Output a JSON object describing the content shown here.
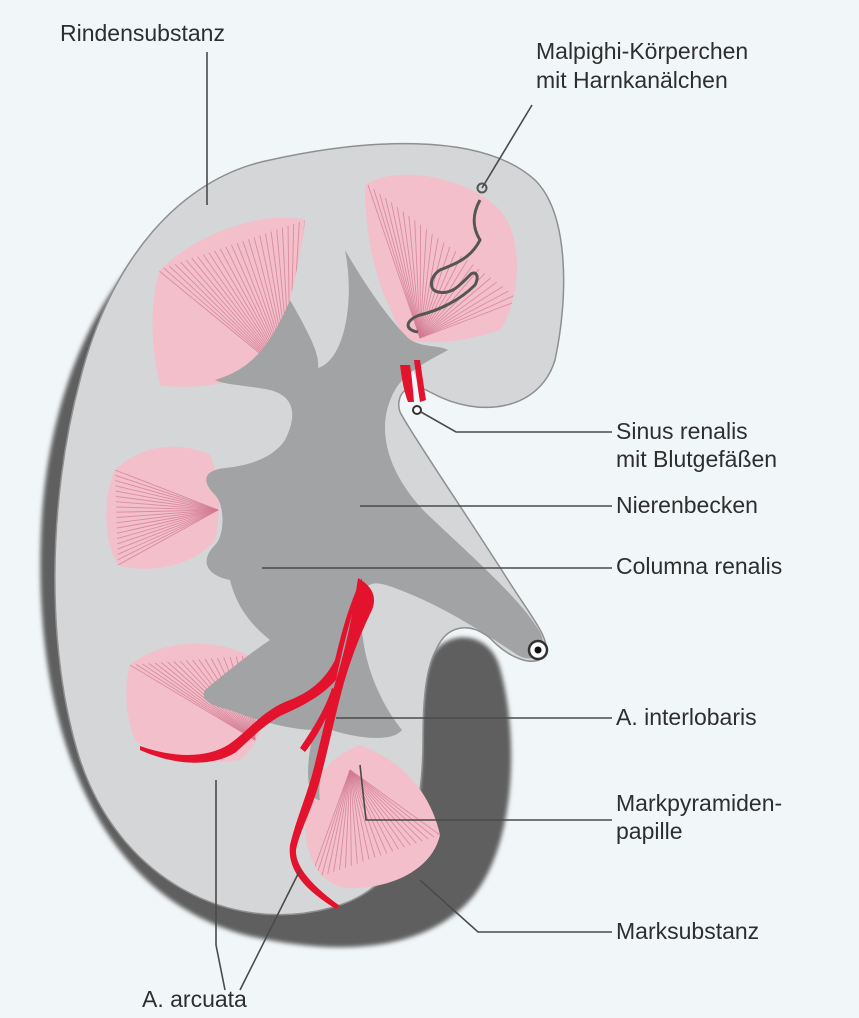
{
  "labels": {
    "rindensubstanz": "Rindensubstanz",
    "malpighi_1": "Malpighi-Körperchen",
    "malpighi_2": "mit Harnkanälchen",
    "sinus_1": "Sinus renalis",
    "sinus_2": "mit Blutgefäßen",
    "nierenbecken": "Nierenbecken",
    "columna": "Columna renalis",
    "interlobaris": "A. interlobaris",
    "markpyramiden_1": "Markpyramiden-",
    "markpyramiden_2": "papille",
    "marksubstanz": "Marksubstanz",
    "arcuata": "A. arcuata"
  },
  "colors": {
    "background": "#f1f6f8",
    "cortex": "#d4d6d8",
    "capsule_shadow": "#5e5e5e",
    "pelvis": "#a2a3a5",
    "pyramid": "#f2bfcb",
    "pyramid_stripe": "#d27b90",
    "artery": "#e3122d",
    "leader_line": "#4a4a4a",
    "text": "#2e2e2e"
  }
}
